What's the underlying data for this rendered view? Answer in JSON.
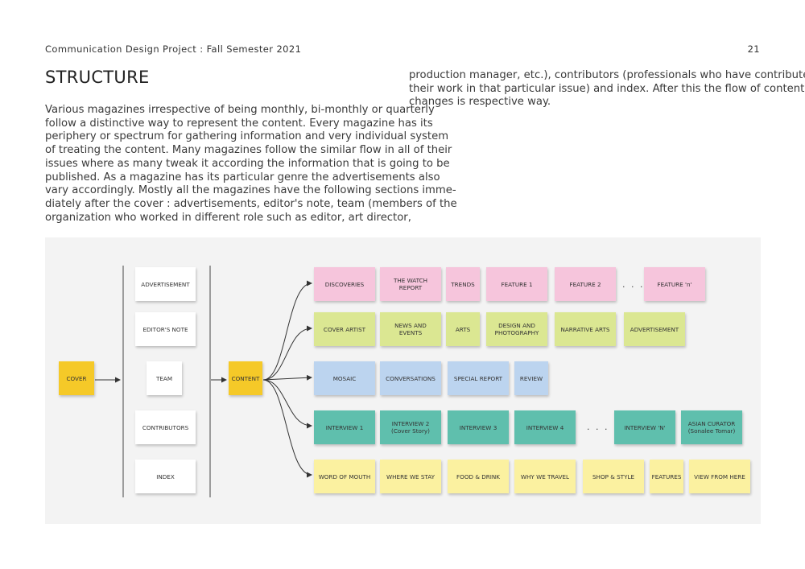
{
  "header": {
    "left": "Communication Design Project : Fall Semester 2021",
    "page_number": "21"
  },
  "title": "STRUCTURE",
  "body_left_lines": [
    "Various magazines irrespective of being monthly, bi-monthly or quarterly",
    "follow a distinctive way to represent the content. Every magazine has its",
    "periphery or spectrum for gathering information and very individual system",
    "of treating the content. Many magazines follow the similar flow in all of their",
    "issues where as many tweak it according the information that is going to be",
    "published. As a magazine has its particular genre the advertisements also",
    "vary accordingly. Mostly all the magazines have the following sections imme-",
    "diately after the cover : advertisements, editor's note, team (members of the",
    "organization who worked in different role such as editor, art director,"
  ],
  "body_right_lines": [
    "production manager, etc.), contributors (professionals who have contributed",
    "their work in that particular issue) and index. After this the flow of content",
    "changes is respective way."
  ],
  "diagram": {
    "cover": "COVER",
    "content": "CONTENT",
    "sections": [
      "ADVERTISEMENT",
      "EDITOR'S NOTE",
      "TEAM",
      "CONTRIBUTORS",
      "INDEX"
    ],
    "row1": [
      "DISCOVERIES",
      "THE WATCH REPORT",
      "TRENDS",
      "FEATURE 1",
      "FEATURE 2",
      "FEATURE 'n'"
    ],
    "row2": [
      "COVER ARTIST",
      "NEWS AND EVENTS",
      "ARTS",
      "DESIGN AND PHOTOGRAPHY",
      "NARRATIVE ARTS",
      "ADVERTISEMENT"
    ],
    "row3": [
      "MOSAIC",
      "CONVERSATIONS",
      "SPECIAL REPORT",
      "REVIEW"
    ],
    "row4": [
      "INTERVIEW 1",
      "INTERVIEW 2 (Cover Story)",
      "INTERVIEW 3",
      "INTERVIEW 4",
      "INTERVIEW 'N'",
      "ASIAN CURATOR (Sonalee Tomar)"
    ],
    "row5": [
      "WORD OF MOUTH",
      "WHERE WE STAY",
      "FOOD & DRINK",
      "WHY WE TRAVEL",
      "SHOP & STYLE",
      "FEATURES",
      "VIEW FROM HERE"
    ],
    "ellipsis": ". . . .",
    "colors": {
      "cover": "#f5c928",
      "row1": "#f6c5dc",
      "row2": "#dbe792",
      "row3": "#bcd4ef",
      "row4": "#5fbfad",
      "row5": "#fbf1a0",
      "sections": "#ffffff"
    }
  }
}
